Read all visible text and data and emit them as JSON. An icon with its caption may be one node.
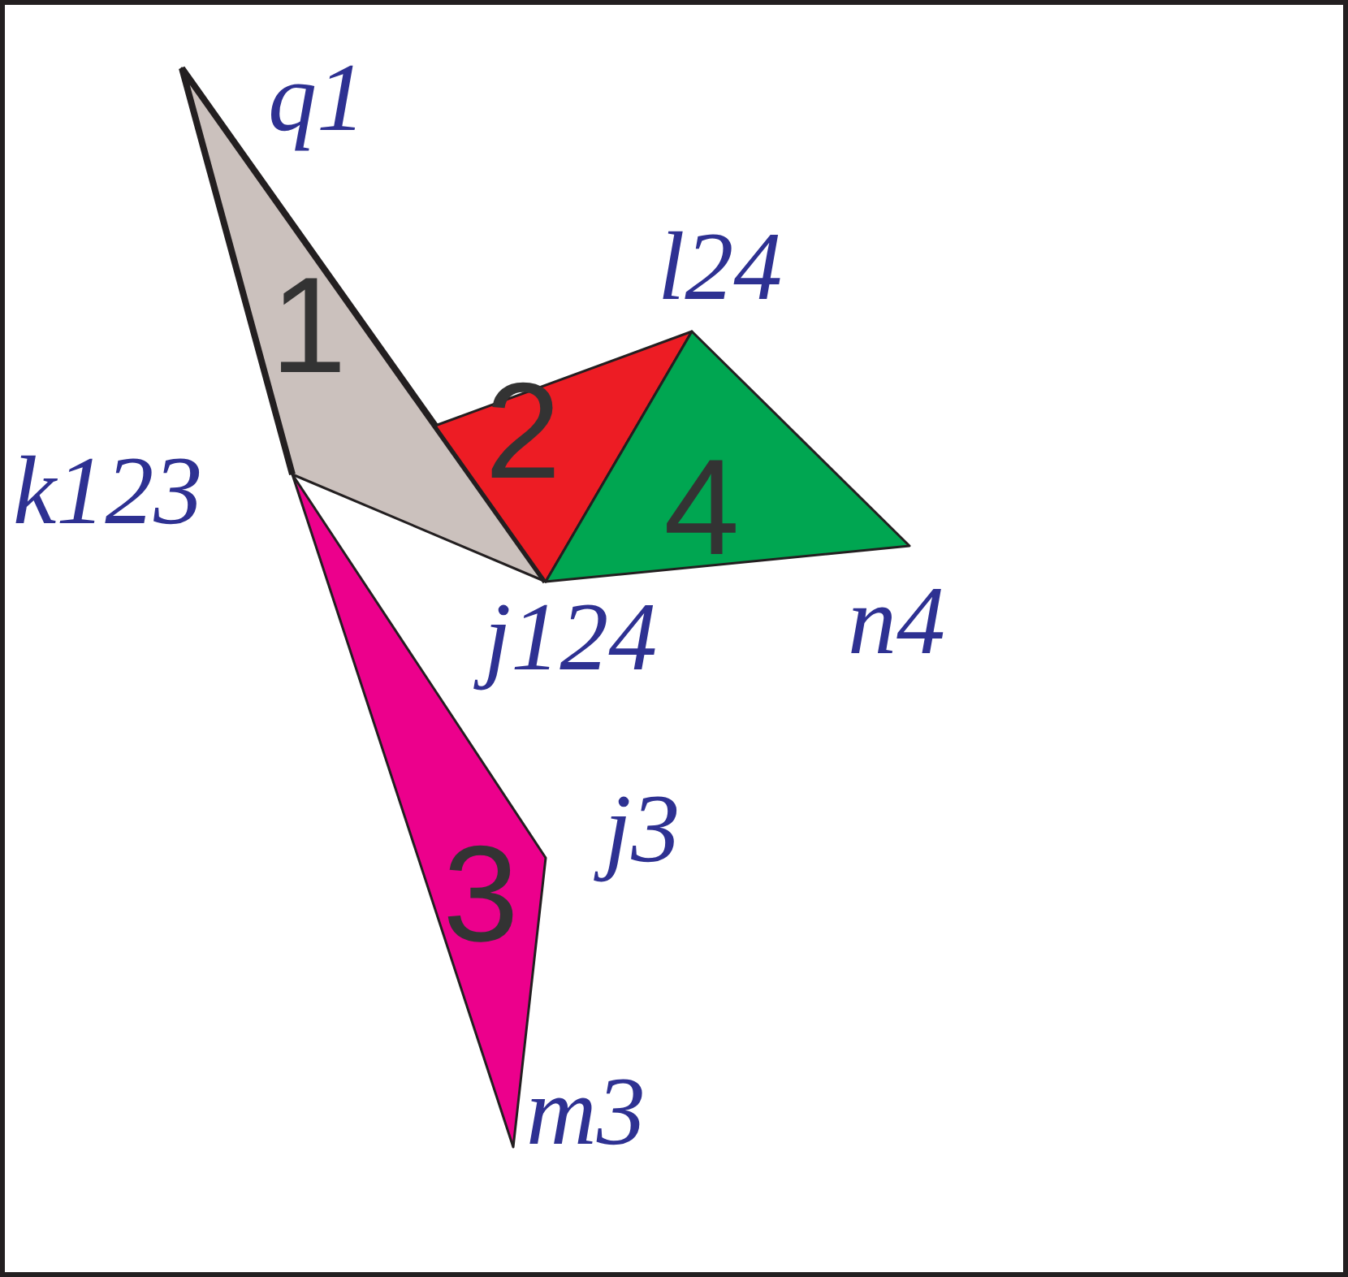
{
  "diagram": {
    "nodes": [
      {
        "text": [
          "1"
        ]
      },
      {
        "text": [
          "2"
        ]
      },
      {
        "text": [
          "4"
        ]
      },
      {
        "text": [
          "3"
        ]
      }
    ],
    "labels": [
      "q1",
      "l24",
      "k123",
      "j124",
      "n4",
      "j3",
      "m3"
    ]
  }
}
